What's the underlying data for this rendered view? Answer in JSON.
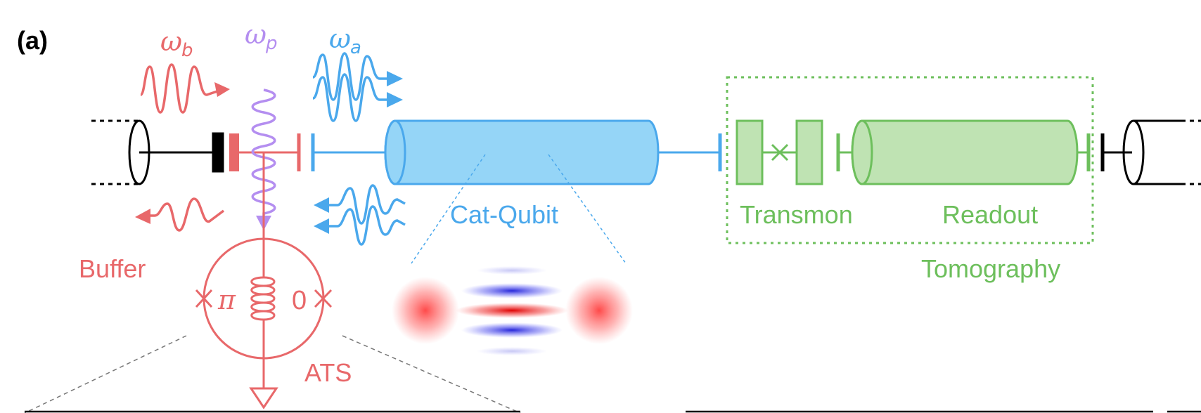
{
  "panel_label": "(a)",
  "freq_buffer": {
    "symbol": "ω",
    "sub": "b"
  },
  "freq_pump": {
    "symbol": "ω",
    "sub": "p"
  },
  "freq_storage": {
    "symbol": "ω",
    "sub": "a"
  },
  "labels": {
    "buffer": "Buffer",
    "ats": "ATS",
    "pi": "π",
    "zero": "0",
    "cat_qubit": "Cat-Qubit",
    "transmon": "Transmon",
    "readout": "Readout",
    "tomography": "Tomography"
  },
  "colors": {
    "buffer": "#e8686a",
    "pump": "#b48ef0",
    "storage": "#4aa8ec",
    "storage_fill": "#95d5f7",
    "tomography": "#6dbf5c",
    "tomography_fill": "#bfe3b3",
    "ink": "#000000",
    "guide": "#777777"
  }
}
